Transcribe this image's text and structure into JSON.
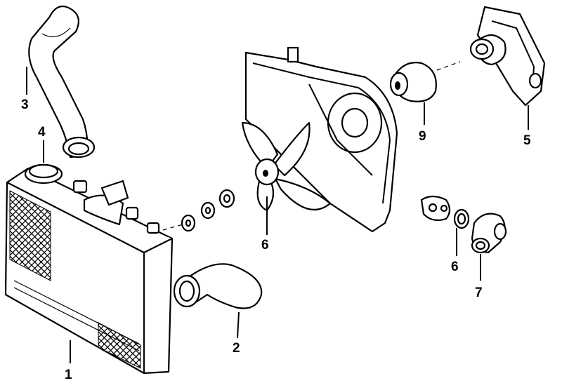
{
  "callouts": {
    "radiator": "1",
    "lower_hose": "2",
    "upper_hose": "3",
    "radiator_cap": "4",
    "thermostat_housing": "5",
    "fan_motor_nut": "6",
    "thermostat_gasket": "6",
    "water_outlet": "7",
    "shroud_mount": "9"
  },
  "colors": {
    "line": "#000000",
    "background": "#ffffff"
  }
}
